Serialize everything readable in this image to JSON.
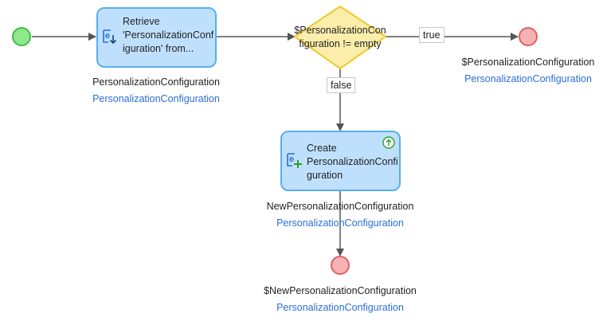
{
  "nodes": {
    "retrieve": {
      "text": "Retrieve\n'PersonalizationConf\niguration' from...",
      "icon": "retrieve-object-icon",
      "output_name": "PersonalizationConfiguration",
      "output_type": "PersonalizationConfiguration"
    },
    "decision": {
      "text": "$PersonalizationCon\nfiguration != empty"
    },
    "create": {
      "text": "Create\nPersonalizationConfi\nguration",
      "icon": "create-object-icon",
      "commit_icon": "commit-arrow-up-icon",
      "output_name": "NewPersonalizationConfiguration",
      "output_type": "PersonalizationConfiguration"
    },
    "end_true": {
      "return_value": "$PersonalizationConfiguration",
      "return_type": "PersonalizationConfiguration"
    },
    "end_false": {
      "return_value": "$NewPersonalizationConfiguration",
      "return_type": "PersonalizationConfiguration"
    }
  },
  "flows": {
    "true_label": "true",
    "false_label": "false"
  },
  "colors": {
    "start": "#8ee88e",
    "start_border": "#3fbf3f",
    "end": "#f7b3b3",
    "end_border": "#e06060",
    "activity": "#bfe0fd",
    "activity_border": "#5aaef0",
    "decision": "#fbeeaa",
    "decision_border": "#f0c832",
    "flow": "#555555",
    "type_text": "#2a6fd6"
  }
}
